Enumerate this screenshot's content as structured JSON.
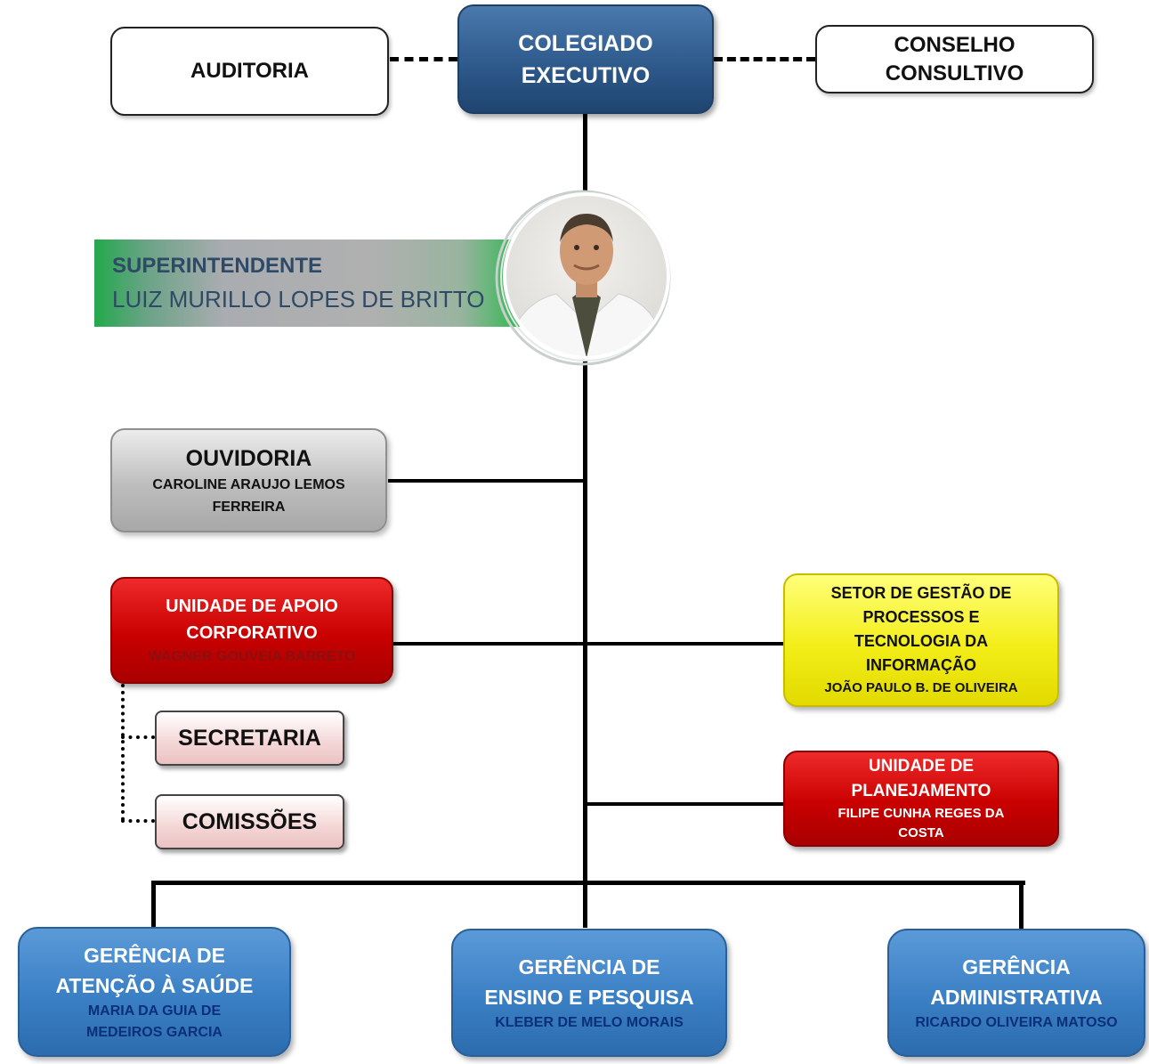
{
  "colors": {
    "executive": "#2e5a8c",
    "ombudsman": "#bdbdbd",
    "corporate_unit": "#c90000",
    "it_sector": "#f3ee18",
    "management": "#3a7fc4",
    "manager_name_text": "#0b2f78",
    "banner_green": "#22a94c",
    "banner_text": "#2e4a66"
  },
  "top": {
    "audit": "AUDITORIA",
    "executive_l1": "COLEGIADO",
    "executive_l2": "EXECUTIVO",
    "council_l1": "CONSELHO",
    "council_l2": "CONSULTIVO"
  },
  "superintendent": {
    "role": "SUPERINTENDENTE",
    "name": "LUIZ MURILLO LOPES DE BRITTO",
    "photo_icon": "person-photo-icon"
  },
  "ombudsman": {
    "title": "OUVIDORIA",
    "name_l1": "CAROLINE ARAUJO LEMOS",
    "name_l2": "FERREIRA"
  },
  "corporate_support": {
    "title_l1": "UNIDADE DE APOIO",
    "title_l2": "CORPORATIVO",
    "name": "WAGNER GOUVEIA BARRETO"
  },
  "secretaria": "SECRETARIA",
  "comissoes": "COMISSÕES",
  "it_sector": {
    "l1": "SETOR DE GESTÃO DE",
    "l2": "PROCESSOS E",
    "l3": "TECNOLOGIA DA",
    "l4": "INFORMAÇÃO",
    "name": "JOÃO PAULO B. DE OLIVEIRA"
  },
  "planning": {
    "l1": "UNIDADE DE",
    "l2": "PLANEJAMENTO",
    "name_l1": "FILIPE CUNHA REGES DA",
    "name_l2": "COSTA"
  },
  "management": [
    {
      "l1": "GERÊNCIA DE",
      "l2": "ATENÇÃO À SAÚDE",
      "name_l1": "MARIA DA GUIA DE",
      "name_l2": "MEDEIROS GARCIA"
    },
    {
      "l1": "GERÊNCIA DE",
      "l2": "ENSINO E PESQUISA",
      "name_l1": "KLEBER DE MELO MORAIS",
      "name_l2": ""
    },
    {
      "l1": "GERÊNCIA",
      "l2": "ADMINISTRATIVA",
      "name_l1": "RICARDO OLIVEIRA MATOSO",
      "name_l2": ""
    }
  ]
}
